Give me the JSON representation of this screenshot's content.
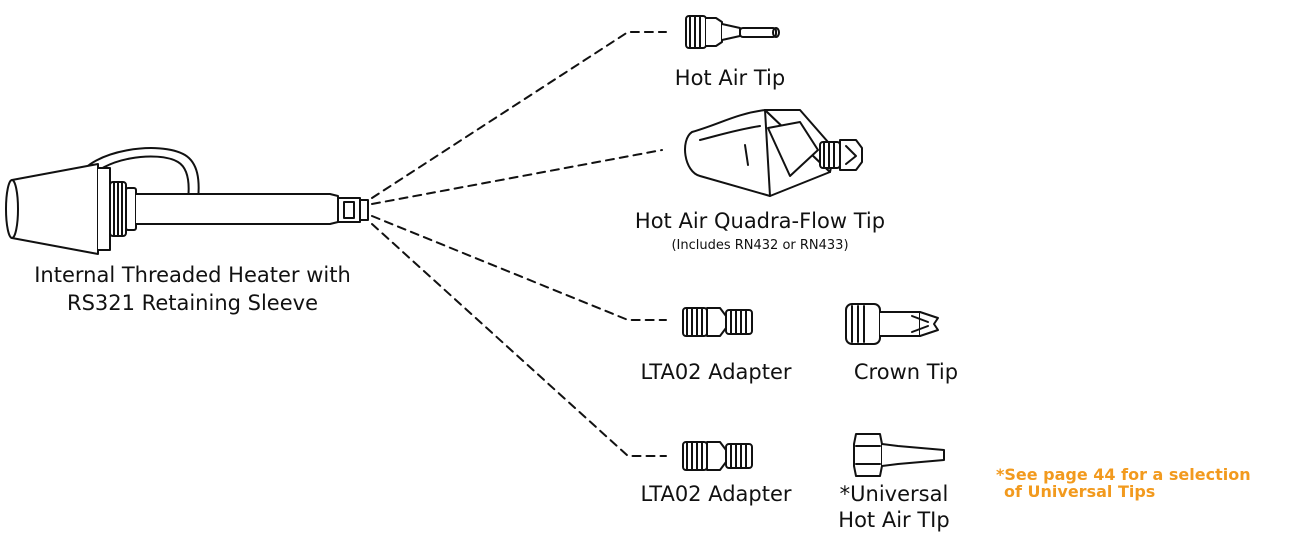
{
  "heater": {
    "label_line1": "Internal Threaded Heater with",
    "label_line2": "RS321 Retaining Sleeve"
  },
  "parts": {
    "hot_air_tip": "Hot Air Tip",
    "quadra_flow_tip": "Hot Air Quadra-Flow Tip",
    "quadra_flow_note": "(Includes RN432 or RN433)",
    "lta02_adapter_1": "LTA02 Adapter",
    "crown_tip": "Crown Tip",
    "lta02_adapter_2": "LTA02 Adapter",
    "universal_tip_line1": "*Universal",
    "universal_tip_line2": "Hot Air TIp"
  },
  "note": {
    "line1": "*See page 44 for a selection",
    "line2": "of Universal Tips",
    "color": "#f29a1e"
  },
  "icons": [
    "heater-icon",
    "hot-air-tip-icon",
    "quadra-flow-nozzle-icon",
    "rn-insert-icon",
    "adapter-icon",
    "crown-tip-icon",
    "universal-tip-icon"
  ]
}
